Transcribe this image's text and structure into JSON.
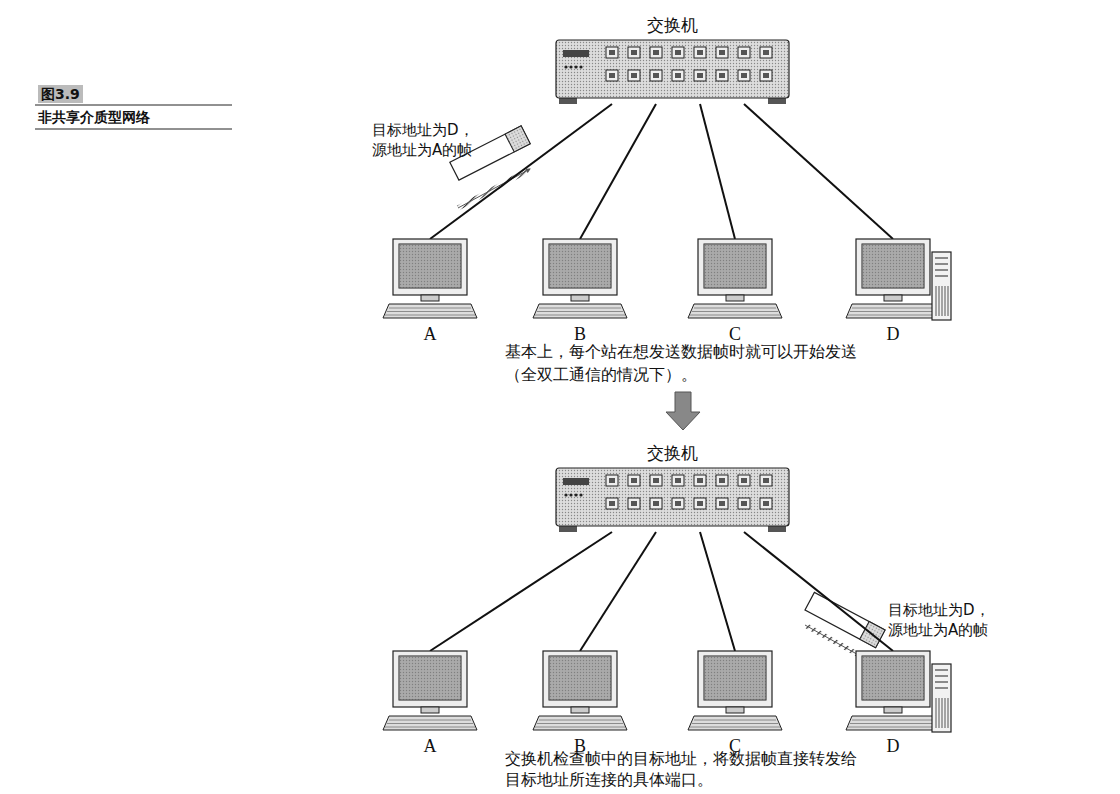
{
  "diagram": {
    "title": "非共享介质型网络",
    "nodes": [
      {
        "text": [
          "交换机"
        ]
      },
      {
        "text": [
          "A"
        ]
      },
      {
        "text": [
          "B"
        ]
      },
      {
        "text": [
          "C"
        ]
      },
      {
        "text": [
          "D"
        ]
      },
      {
        "text": [
          "交换机"
        ]
      },
      {
        "text": [
          "A"
        ]
      },
      {
        "text": [
          "B"
        ]
      },
      {
        "text": [
          "C"
        ]
      },
      {
        "text": [
          "D"
        ]
      }
    ],
    "edges": [
      {
        "from": 0,
        "to": 1,
        "arrow": "none"
      },
      {
        "from": 0,
        "to": 2,
        "arrow": "none"
      },
      {
        "from": 0,
        "to": 3,
        "arrow": "none"
      },
      {
        "from": 0,
        "to": 4,
        "arrow": "none"
      },
      {
        "from": 5,
        "to": 6,
        "arrow": "none"
      },
      {
        "from": 5,
        "to": 7,
        "arrow": "none"
      },
      {
        "from": 5,
        "to": 8,
        "arrow": "none"
      },
      {
        "from": 5,
        "to": 9,
        "arrow": "none"
      }
    ],
    "labels": [
      "图3.9",
      "目标地址为D， 源地址为A的帧",
      "基本上，每个站在想发送数据帧时就可以开始发送 （全双工通信的情况下）。",
      "目标地址为D， 源地址为A的帧",
      "交换机检查帧中的目标地址，将数据帧直接转发给 目标地址所连接的具体端口。"
    ]
  }
}
